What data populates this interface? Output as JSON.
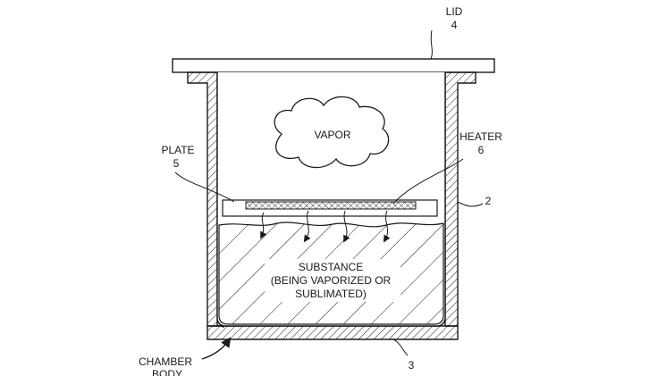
{
  "labels": {
    "lid_name": "LID",
    "lid_ref": "4",
    "vapor": "VAPOR",
    "plate_name": "PLATE",
    "plate_ref": "5",
    "heater_name": "HEATER",
    "heater_ref": "6",
    "wall_ref": "2",
    "substance_line1": "SUBSTANCE",
    "substance_line2": "(BEING VAPORIZED OR",
    "substance_line3": "SUBLIMATED)",
    "chamber_line1": "CHAMBER",
    "chamber_line2": "BODY",
    "chamber_ref": "3"
  }
}
